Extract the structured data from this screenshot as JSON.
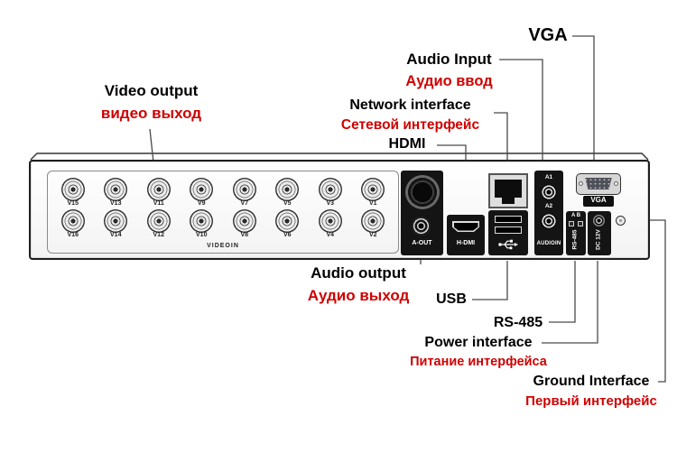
{
  "device": {
    "videoin_label": "VIDEOIN",
    "video_ports_top": [
      "V15",
      "V13",
      "V11",
      "V9",
      "V7",
      "V5",
      "V3",
      "V1"
    ],
    "video_ports_bottom": [
      "V16",
      "V14",
      "V12",
      "V10",
      "V8",
      "V6",
      "V4",
      "V2"
    ],
    "a_out_label": "A-OUT",
    "hdmi_port_label": "H-DMI",
    "audioin": {
      "a1": "A1",
      "a2": "A2",
      "label": "AUDIOIN"
    },
    "vga_port_label": "VGA",
    "rs485": {
      "ab": "A B",
      "label": "RS-485"
    },
    "dc12v_label": "DC 12V"
  },
  "callouts": {
    "video_output": {
      "en": "Video output",
      "ru": "видео выход"
    },
    "audio_input": {
      "en": "Audio Input",
      "ru": "Аудио ввод"
    },
    "vga": {
      "en": "VGA"
    },
    "network": {
      "en": "Network interface",
      "ru": "Сетевой интерфейс"
    },
    "hdmi": {
      "en": "HDMI"
    },
    "audio_output": {
      "en": "Audio output",
      "ru": "Аудио выход"
    },
    "usb": {
      "en": "USB"
    },
    "rs485": {
      "en": "RS-485"
    },
    "power": {
      "en": "Power interface",
      "ru": "Питание интерфейса"
    },
    "ground": {
      "en": "Ground Interface",
      "ru": "Первый интерфейс"
    }
  },
  "colors": {
    "accent_red": "#cf0000",
    "leader_line": "#4a4a4a"
  }
}
